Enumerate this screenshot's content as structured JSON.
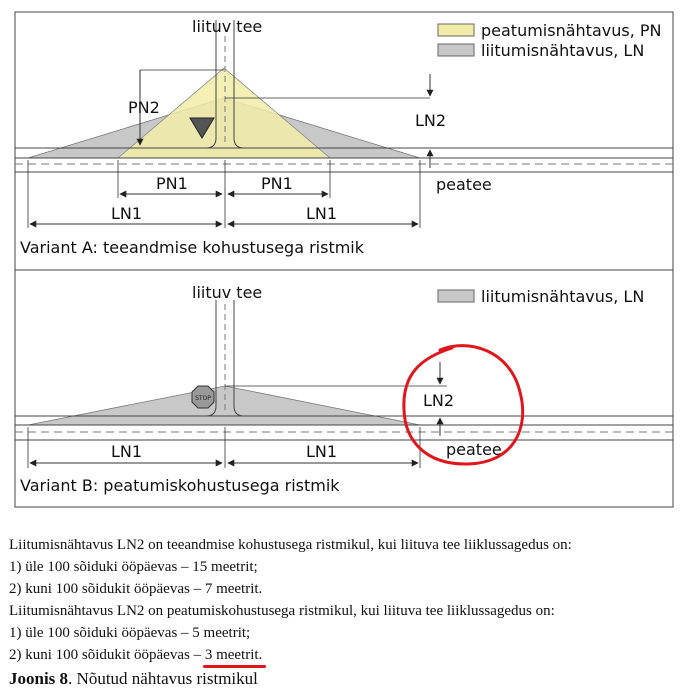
{
  "panel_a": {
    "road_label_minor": "liituv tee",
    "road_label_main": "peatee",
    "legend": [
      {
        "label": "peatumisnähtavus, PN",
        "color": "#f2eca8"
      },
      {
        "label": "liitumisnähtavus, LN",
        "color": "#c8c8c8"
      }
    ],
    "dim_pn2": "PN2",
    "dim_ln2": "LN2",
    "dim_pn1_left": "PN1",
    "dim_pn1_right": "PN1",
    "dim_ln1_left": "LN1",
    "dim_ln1_right": "LN1",
    "title": "Variant A: teeandmise kohustusega ristmik"
  },
  "panel_b": {
    "road_label_minor": "liituv tee",
    "road_label_main": "peatee",
    "legend": [
      {
        "label": "liitumisnähtavus, LN",
        "color": "#c8c8c8"
      }
    ],
    "dim_ln2": "LN2",
    "dim_ln1_left": "LN1",
    "dim_ln1_right": "LN1",
    "stop_sign_text": "STOP",
    "title": "Variant B: peatumiskohustusega ristmik"
  },
  "caption": {
    "lines": [
      "Liitumisnähtavus LN2 on teeandmise kohustusega ristmikul, kui liituva tee liiklussagedus on:",
      "1) üle 100 sõiduki ööpäevas – 15 meetrit;",
      "2) kuni 100 sõidukit ööpäevas – 7 meetrit.",
      "Liitumisnähtavus LN2 on peatumiskohustusega ristmikul, kui liituva tee liiklussagedus on:",
      "1) üle 100 sõiduki ööpäevas – 5 meetrit;"
    ],
    "last_line_prefix": "2) kuni 100 sõidukit ööpäevas – ",
    "last_line_highlight": "3 meetrit.",
    "figure_number": "Joonis 8",
    "figure_title": ". Nõutud nähtavus ristmikul"
  },
  "colors": {
    "pn_fill": "#f2eca8",
    "ln_fill": "#c8c8c8",
    "highlight": "#e0161c",
    "line": "#333333"
  }
}
